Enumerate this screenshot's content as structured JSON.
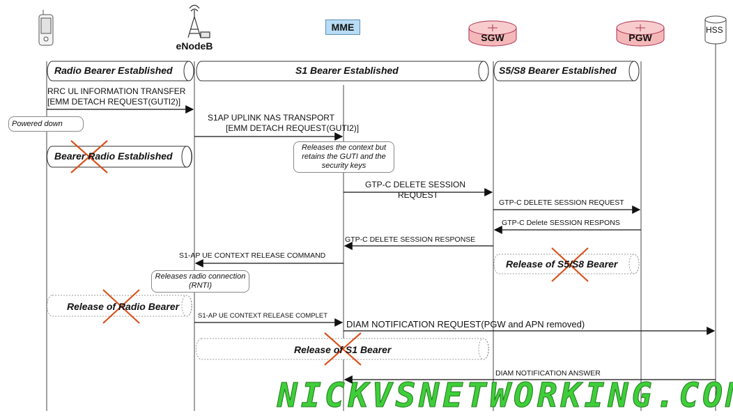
{
  "nodes": {
    "enodeb": "eNodeB",
    "mme": "MME",
    "sgw": "SGW",
    "pgw": "PGW",
    "hss": "HSS"
  },
  "bearers": {
    "radio_established": "Radio Bearer Established",
    "s1_established": "S1 Bearer Established",
    "s5s8_established": "S5/S8 Bearer Established",
    "bearer_radio_established": "Bearer Radio Established",
    "release_s5s8": "Release of S5/S8 Bearer",
    "release_radio": "Release of Radio Bearer",
    "release_s1": "Release of S1 Bearer"
  },
  "notes": {
    "powered_down": "Powered down",
    "mme_release_context": "Releases the context but retains the GUTI and the security keys",
    "enb_release_radio": "Releases radio connection (RNTI)"
  },
  "messages": {
    "rrc_ul_line1": "RRC UL INFORMATION TRANSFER",
    "rrc_ul_line2": "[EMM DETACH REQUEST(GUTI2)]",
    "s1ap_ul_line1": "S1AP UPLINK NAS TRANSPORT",
    "s1ap_ul_line2": "[EMM DETACH REQUEST(GUTI2)]",
    "gtpc_delete_req_mme_line1": "GTP-C DELETE SESSION",
    "gtpc_delete_req_mme_line2": "REQUEST",
    "gtpc_delete_req_sgw": "GTP-C DELETE SESSION REQUEST",
    "gtpc_delete_resp_pgw": "GTP-C Delete SESSION RESPONS",
    "gtpc_delete_resp_sgw": "GTP-C DELETE SESSION RESPONSE",
    "s1ap_release_cmd": "S1-AP UE CONTEXT RELEASE COMMAND",
    "s1ap_release_complete": "S1-AP UE CONTEXT RELEASE COMPLET",
    "diam_notification_request": "DIAM NOTIFICATION REQUEST(PGW and APN removed)",
    "diam_notification_answer": "DIAM NOTIFICATION ANSWER"
  },
  "watermark": "NICKVSNETWORKING.COM",
  "colors": {
    "gateway_fill": "#f4b8b8",
    "mme_fill": "#b9dcf5",
    "cross": "#d9531e",
    "watermark": "#3fce3a"
  }
}
